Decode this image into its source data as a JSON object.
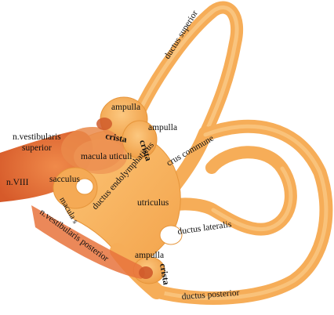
{
  "colors": {
    "background": "#ffffff",
    "canal_fill": "#f7b25e",
    "canal_edge": "#e6953a",
    "canal_light": "#fcd497",
    "nerve": "#e8733c",
    "nerve_dark": "#d65a2a",
    "macula": "#ea8a4a",
    "crista": "#cf5a2a"
  },
  "labels": {
    "ductus_superior": "ductus superior",
    "ampulla_top": "ampulla",
    "ampulla_mid": "ampulla",
    "ampulla_bottom": "ampulla",
    "crista_top": "crista",
    "crista_mid": "crista",
    "crista_bottom": "crista",
    "n_vestibularis_superior_line1": "n.vestibularis",
    "n_vestibularis_superior_line2": "superior",
    "macula_utriculi": "macula uticuli",
    "crus_commune": "crus commune",
    "ductus_endolymphaticus": "ductus endolymphaticus",
    "n_viii": "n.VIII",
    "sacculus": "sacculus",
    "macula_sacculi": "macula s",
    "utriculus": "utriculus",
    "ductus_lateralis": "ductus lateralis",
    "n_vestibularis_posterior": "n.vestibularis posterior",
    "ductus_posterior": "ductus posterior"
  }
}
